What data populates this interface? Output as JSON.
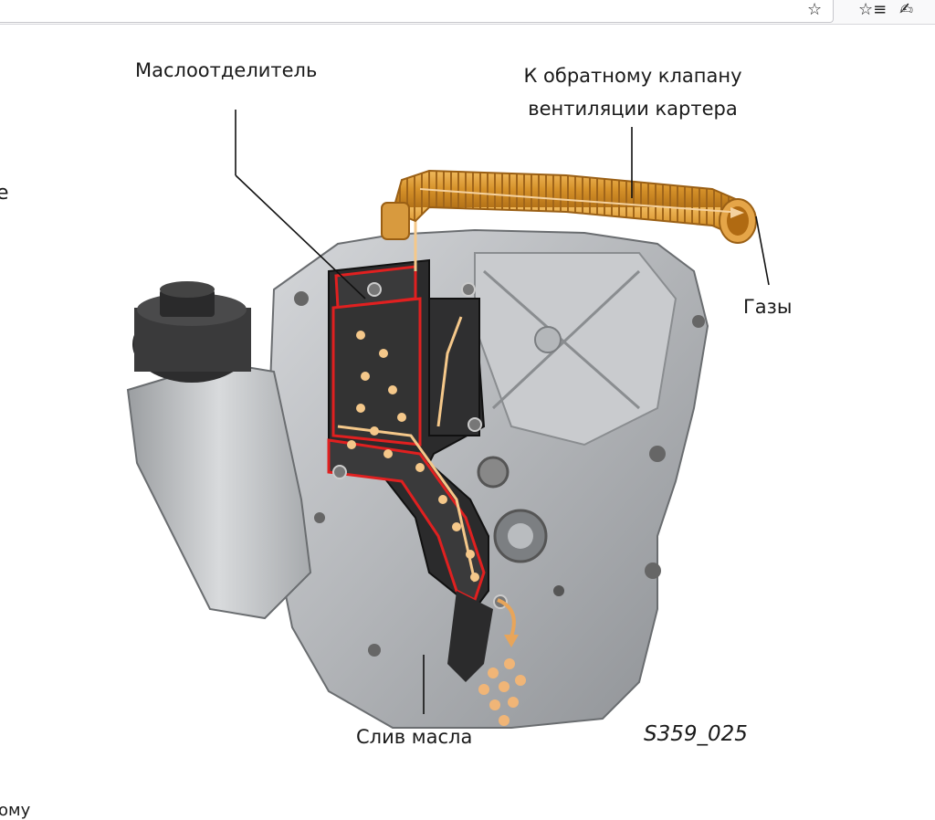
{
  "browser": {
    "bookmark_icon": "star-icon",
    "favorites_icon": "favorites-list-icon",
    "sign_icon": "pen-sign-icon"
  },
  "figure": {
    "labels": {
      "oil_separator": "Маслоотделитель",
      "to_valve_line1": "К обратному клапану",
      "to_valve_line2": "вентиляции картера",
      "gases": "Газы",
      "oil_drain": "Слив масла"
    },
    "figure_code": "S359_025"
  },
  "page_fragments": {
    "left_edge": "e",
    "bottom_left": "ому"
  },
  "colors": {
    "hose": "#e3a43a",
    "separator_red": "#e02020",
    "flow_arrows": "#f5c88a",
    "housing": "#b9bcbf"
  }
}
